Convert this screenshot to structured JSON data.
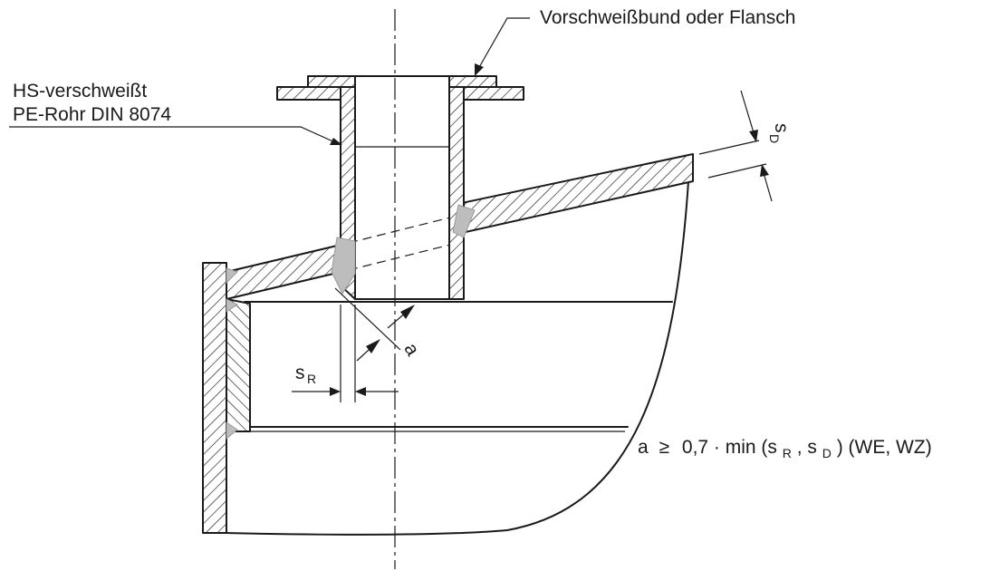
{
  "labels": {
    "flange": "Vorschweißbund oder Flansch",
    "pipe_line1": "HS-verschweißt",
    "pipe_line2": "PE-Rohr DIN 8074",
    "sd_main": "s",
    "sd_sub": "D",
    "sr_main": "s",
    "sr_sub": "R",
    "a_dim": "a",
    "formula_a": "a",
    "formula_ge": "≥",
    "formula_body": "0,7 · min (s",
    "formula_sub_r": "R",
    "formula_mid": ", s",
    "formula_sub_d": "D",
    "formula_end": ")  (WE, WZ)"
  },
  "colors": {
    "line": "#1a1a1a",
    "weld": "#bdbdbd",
    "background": "#ffffff"
  }
}
